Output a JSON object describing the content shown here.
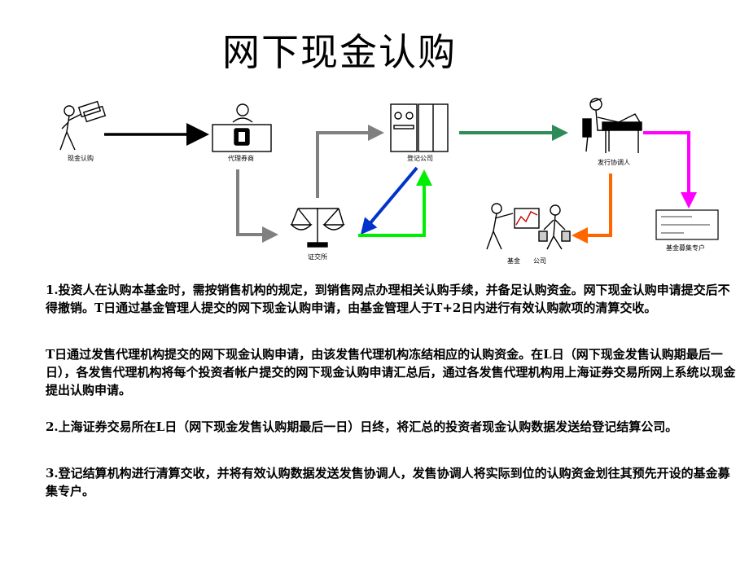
{
  "title": "网下现金认购",
  "nodes": {
    "investor": "现金认购",
    "agent": "代理券商",
    "registrar": "登记公司",
    "coordinator": "发行协调人",
    "exchange": "证交所",
    "fund": "基金　　公司",
    "account": "基金募集专户"
  },
  "paragraphs": [
    "1.投资人在认购本基金时，需按销售机构的规定，到销售网点办理相关认购手续，并备足认购资金。网下现金认购申请提交后不得撤销。T日通过基金管理人提交的网下现金认购申请，由基金管理人于T+2日内进行有效认购款项的清算交收。",
    "T日通过发售代理机构提交的网下现金认购申请，由该发售代理机构冻结相应的认购资金。在L日（网下现金发售认购期最后一日），各发售代理机构将每个投资者帐户提交的网下现金认购申请汇总后，通过各发售代理机构用上海证券交易所网上系统以现金提出认购申请。",
    "2.上海证券交易所在L日（网下现金发售认购期最后一日）日终，将汇总的投资者现金认购数据发送给登记结算公司。",
    "3.登记结算机构进行清算交收，并将有效认购数据发送发售协调人，发售协调人将实际到位的认购资金划往其预先开设的基金募集专户。"
  ],
  "colors": {
    "arrow_black": "#000000",
    "arrow_gray": "#808080",
    "arrow_green_teal": "#2e8b57",
    "arrow_magenta": "#ff00ff",
    "arrow_orange": "#ff6600",
    "arrow_blue": "#0033cc",
    "arrow_lime": "#00ee00"
  }
}
